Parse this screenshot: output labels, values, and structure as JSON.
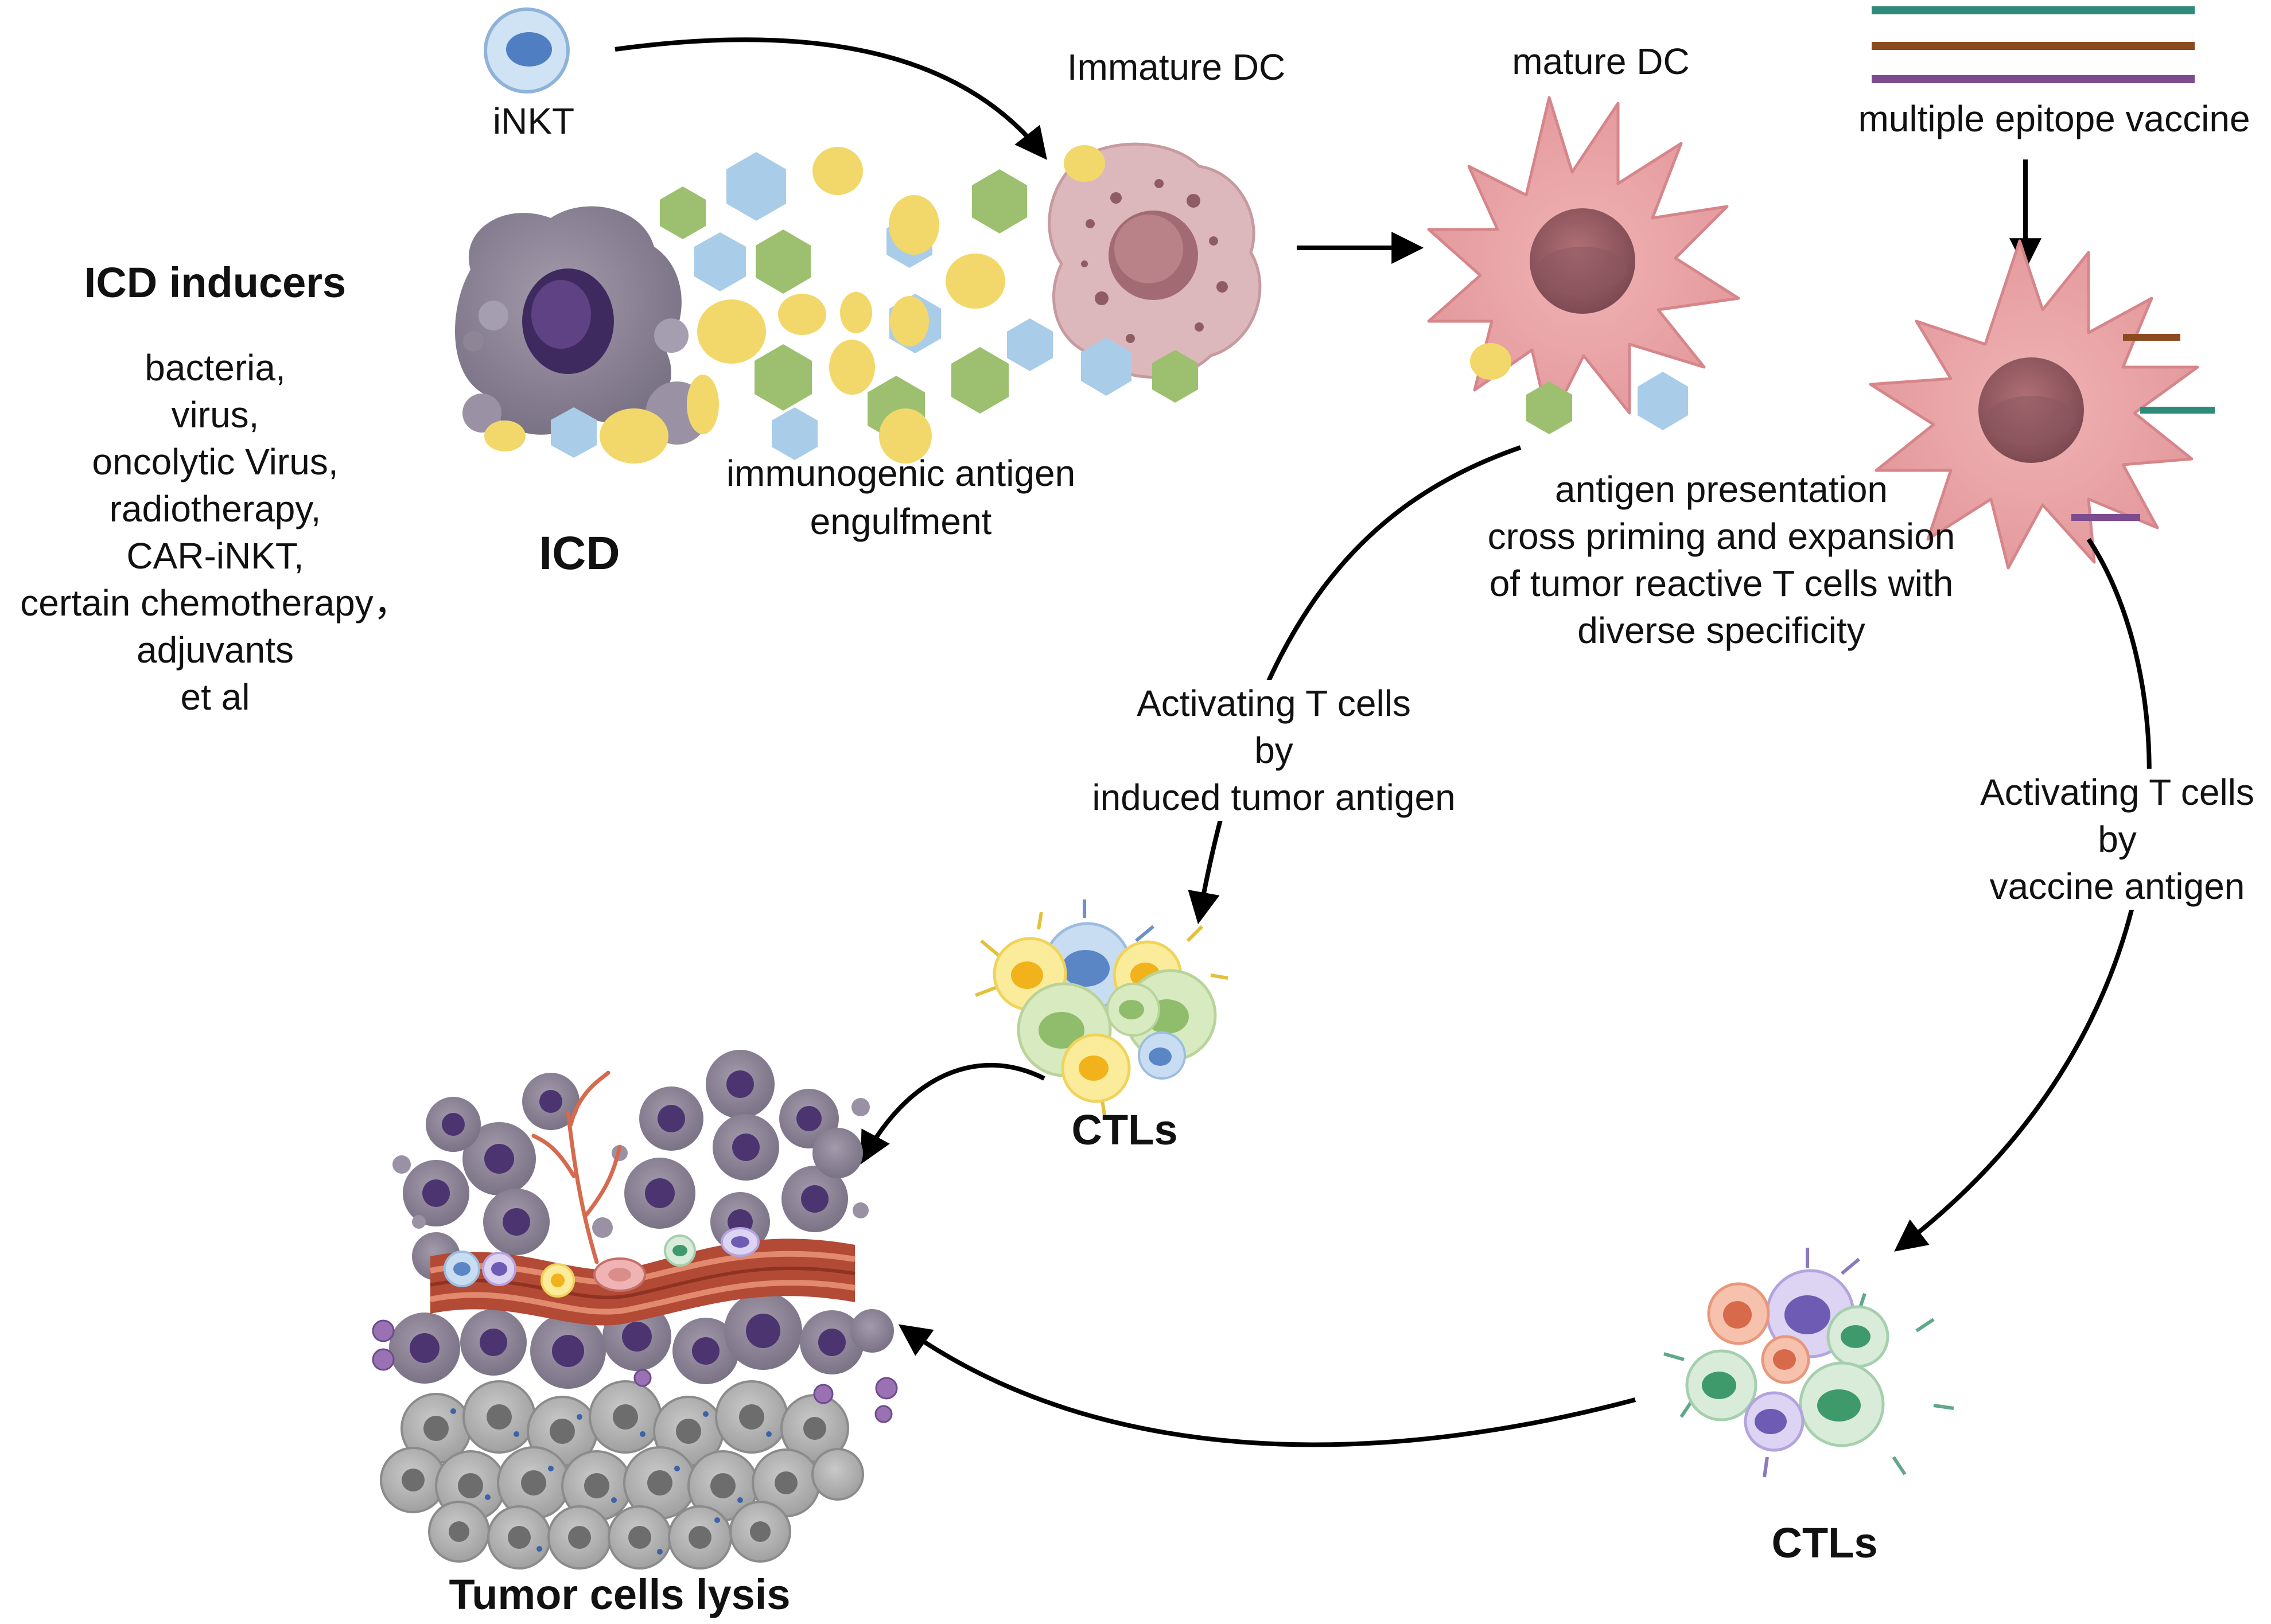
{
  "labels": {
    "inkt": "iNKT",
    "immature_dc": "Immature DC",
    "mature_dc": "mature DC",
    "vaccine": "multiple epitope vaccine",
    "icd_inducers_title": "ICD inducers",
    "icd_inducers_items": [
      "bacteria,",
      "virus,",
      "oncolytic Virus,",
      "radiotherapy,",
      "CAR-iNKT,",
      "certain chemotherapy，",
      "adjuvants",
      "et al"
    ],
    "icd": "ICD",
    "engulfment": [
      "immunogenic antigen",
      "engulfment"
    ],
    "presentation": [
      "antigen presentation",
      "cross priming and expansion",
      "of tumor reactive T cells with",
      "diverse specificity"
    ],
    "activating_induced": [
      "Activating T cells",
      "by",
      "induced tumor antigen"
    ],
    "activating_vaccine": [
      "Activating T cells",
      "by",
      "vaccine antigen"
    ],
    "ctls_left": "CTLs",
    "ctls_right": "CTLs",
    "lysis": "Tumor cells lysis"
  },
  "colors": {
    "vaccine_line_1": "#2e8b7a",
    "vaccine_line_2": "#8b4a1f",
    "vaccine_line_3": "#7d4b8f",
    "dc_body": "#e8a1a3",
    "immature_dc_body": "#d9b1b5",
    "tumor_cell": "#8e8696",
    "tumor_nucleus": "#5b3f78",
    "antigen_yellow": "#f2d86a",
    "antigen_blue": "#a9cce8",
    "antigen_green": "#9cc06f",
    "vessel": "#b24a35"
  }
}
